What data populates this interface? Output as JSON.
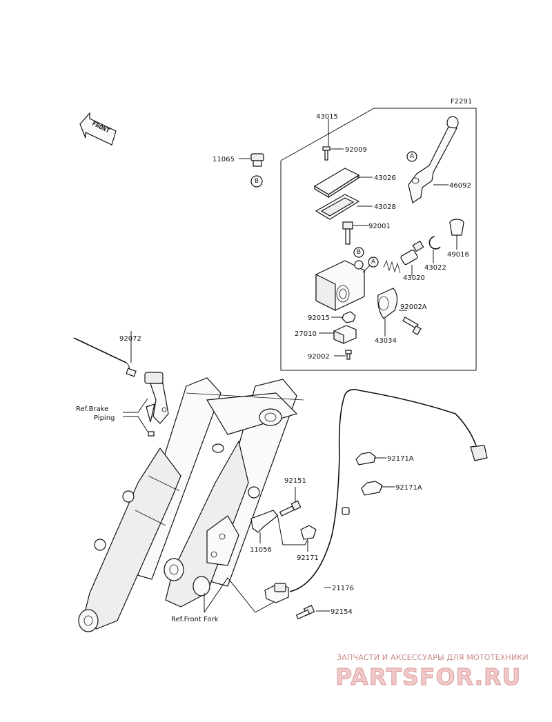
{
  "diagram_code": "F2291",
  "front_badge": "FRONT",
  "refs": {
    "brake_piping": [
      "Ref.Brake",
      "Piping"
    ],
    "front_fork": "Ref.Front Fork"
  },
  "markers": {
    "a": "A",
    "b": "B"
  },
  "parts": {
    "p43015": "43015",
    "p11065": "11065",
    "p92009": "92009",
    "p43026": "43026",
    "p43028": "43028",
    "p92001": "92001",
    "p46092": "46092",
    "p49016": "49016",
    "p43022": "43022",
    "p43020": "43020",
    "p92002A": "92002A",
    "p43034": "43034",
    "p92015": "92015",
    "p27010": "27010",
    "p92002": "92002",
    "p92072": "92072",
    "p92171A_1": "92171A",
    "p92171A_2": "92171A",
    "p92151": "92151",
    "p11056": "11056",
    "p92171": "92171",
    "p21176": "21176",
    "p92154": "92154"
  },
  "watermark": {
    "subtitle": "ЗАПЧАСТИ И АКСЕССУАРЫ ДЛЯ МОТОТЕХНИКИ",
    "logo": "PARTSFOR.RU"
  },
  "colors": {
    "line": "#111111",
    "watermark": "#d99a9a"
  }
}
